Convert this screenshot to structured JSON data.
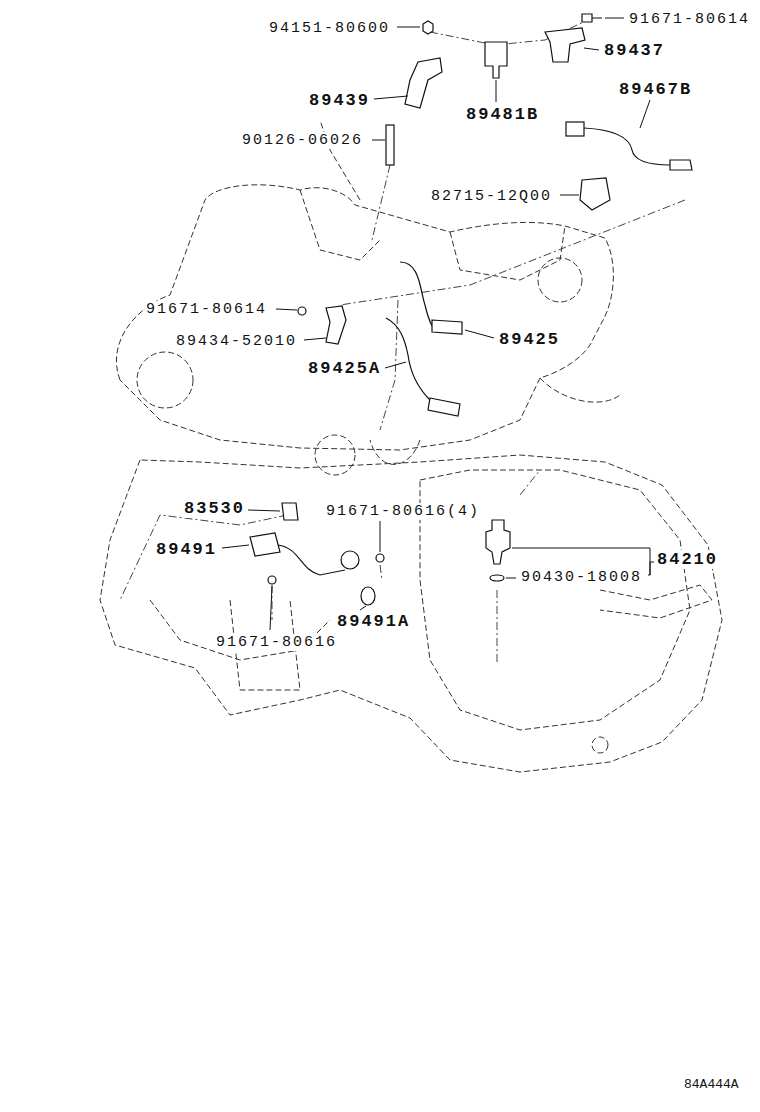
{
  "diagram": {
    "labels": [
      "94151-80600",
      "91671-80614",
      "89437",
      "89439",
      "89481B",
      "89467B",
      "90126-06026",
      "82715-12Q00",
      "91671-80614",
      "89434-52010",
      "89425",
      "89425A",
      "83530",
      "91671-80616(4)",
      "84210",
      "89491",
      "90430-18008",
      "91671-80616",
      "89491A",
      "84A444A"
    ]
  }
}
